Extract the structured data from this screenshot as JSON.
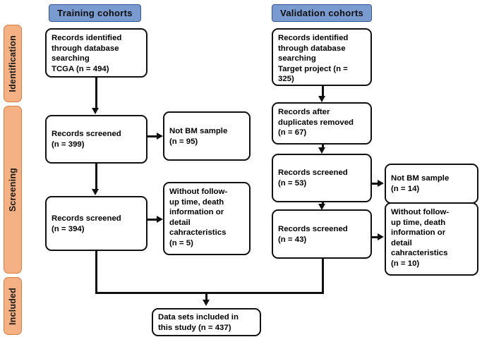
{
  "figure": {
    "type": "prisma-flow-diagram",
    "title": "PRISMA study selection flow diagram",
    "colors": {
      "stage_fill": "#f5b183",
      "stage_border": "#d97e40",
      "cohort_fill": "#7a9bd0",
      "cohort_border": "#2f5597",
      "node_border": "#111111",
      "node_fill": "#ffffff",
      "connector": "#111111"
    }
  },
  "stages": [
    {
      "id": "identification",
      "label": "Identification"
    },
    {
      "id": "screening",
      "label": "Screening"
    },
    {
      "id": "included",
      "label": "Included"
    }
  ],
  "cohorts": [
    {
      "id": "training",
      "label": "Training cohorts"
    },
    {
      "id": "validation",
      "label": "Validation  cohorts"
    }
  ],
  "nodes": {
    "training_identified": {
      "text": "Records identified\nthrough database\nsearching\nTCGA (n = 494)",
      "count": 494,
      "source": "TCGA"
    },
    "training_screened_1": {
      "text": "Records screened\n(n = 399)",
      "count": 399
    },
    "training_excluded_1": {
      "text": "Not BM sample\n(n = 95)",
      "count": 95
    },
    "training_screened_2": {
      "text": "Records screened\n(n = 394)",
      "count": 394
    },
    "training_excluded_2": {
      "text": "Without follow-\nup time, death\ninformation or\ndetail\ncahracteristics\n(n = 5)",
      "count": 5
    },
    "validation_identified": {
      "text": "Records identified\nthrough database\nsearching\nTarget project (n =\n325)",
      "count": 325,
      "source": "Target project"
    },
    "validation_dedup": {
      "text": "Records after\nduplicates removed\n(n = 67)",
      "count": 67
    },
    "validation_screened_1": {
      "text": "Records screened\n(n = 53)",
      "count": 53
    },
    "validation_excluded_1": {
      "text": "Not BM sample\n(n = 14)",
      "count": 14
    },
    "validation_screened_2": {
      "text": "Records screened\n(n = 43)",
      "count": 43
    },
    "validation_excluded_2": {
      "text": "Without follow-\nup time, death\ninformation or\ndetail\ncahracteristics\n(n = 10)",
      "count": 10
    },
    "final_included": {
      "text": "Data sets included in\nthis study (n = 437)",
      "count": 437
    }
  }
}
